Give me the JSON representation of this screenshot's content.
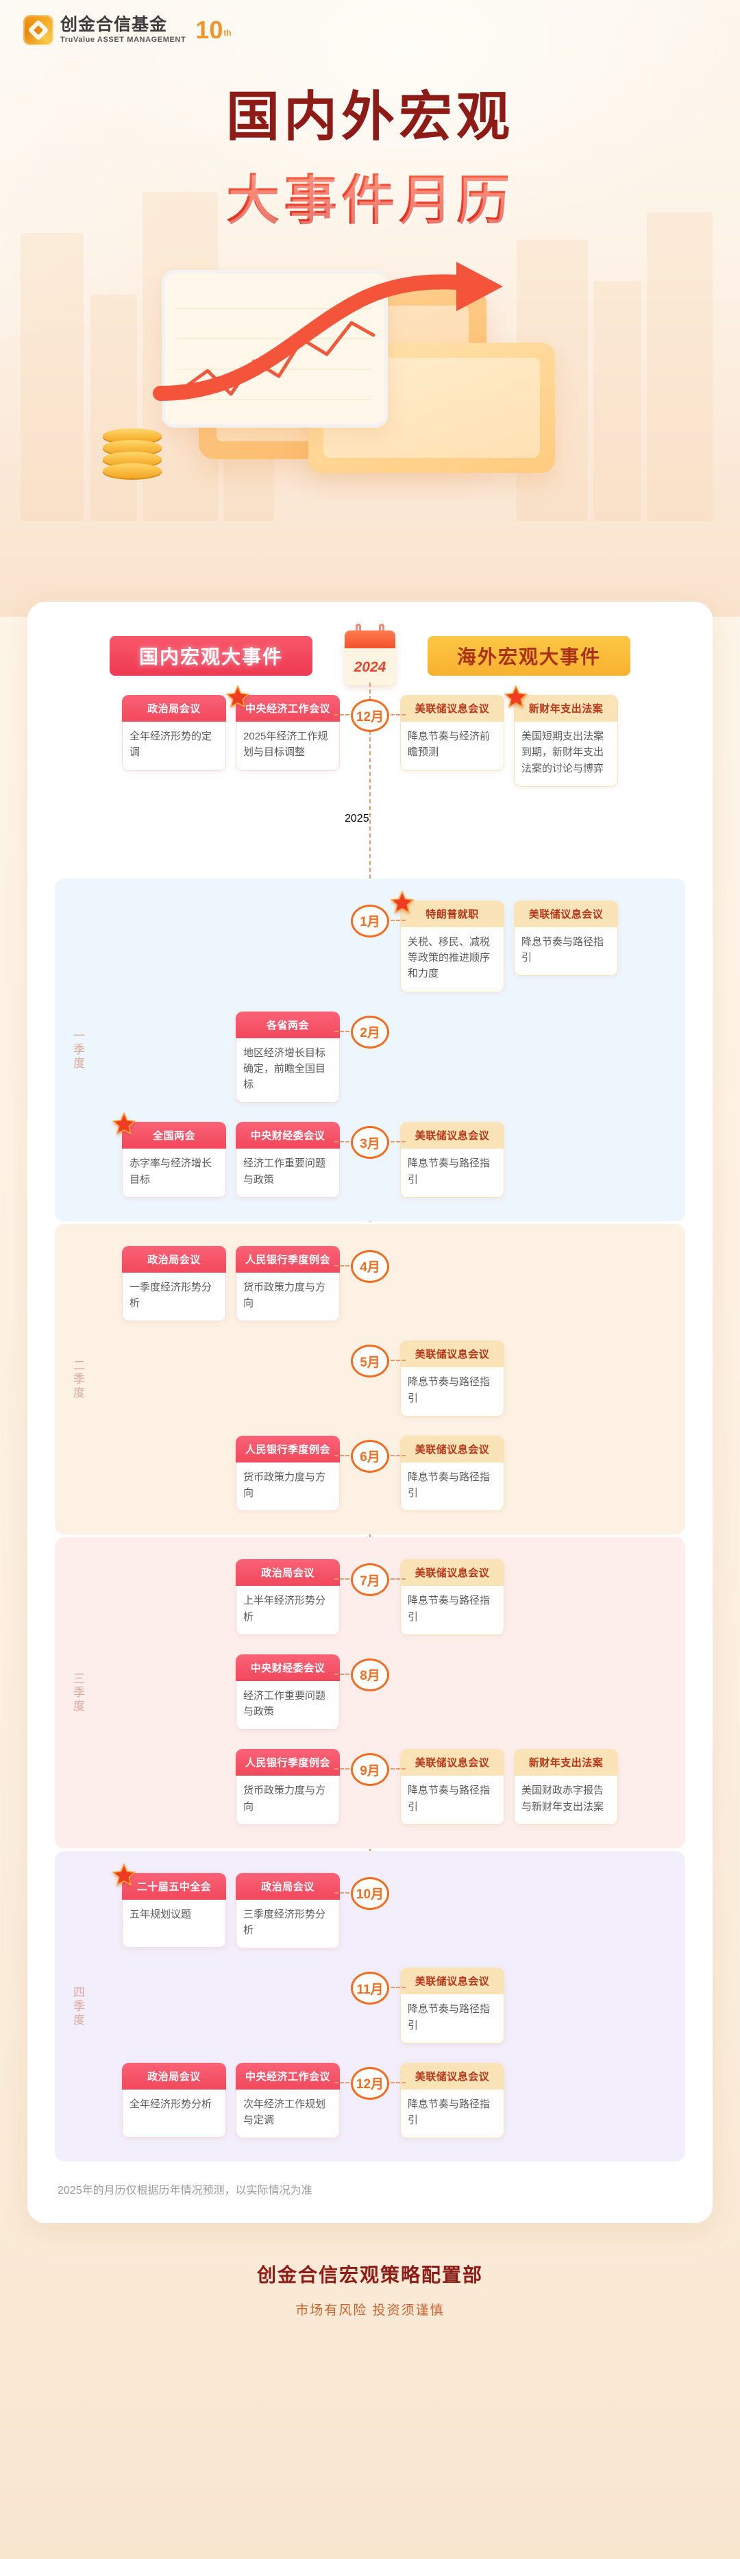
{
  "brand": {
    "name_cn": "创金合信基金",
    "name_en": "TruValue ASSET MANAGEMENT",
    "anniversary": "10",
    "anniversary_suffix": "th"
  },
  "hero": {
    "title_line1": "国内外宏观",
    "title_line2": "大事件月历"
  },
  "columns": {
    "domestic": "国内宏观大事件",
    "overseas": "海外宏观大事件"
  },
  "year_2024": "2024",
  "year_2025": "2025",
  "colors": {
    "domestic_header": "#f2485c",
    "overseas_header": "#fae3b6",
    "overseas_header_text": "#b7371a",
    "month_badge": "#f26d1f",
    "title_dark_red": "#8e1b16",
    "q1_bg": "#eef6fd",
    "q2_bg": "#fdf1e3",
    "q3_bg": "#fdeeec",
    "q4_bg": "#f2eefb"
  },
  "quarters": [
    {
      "id": "y24",
      "label": "",
      "months": [
        {
          "month": "12月",
          "domestic": [
            {
              "title": "政治局会议",
              "desc": "全年经济形势的定调",
              "star": false
            },
            {
              "title": "中央经济工作会议",
              "desc": "2025年经济工作规划与目标调整",
              "star": true
            }
          ],
          "overseas": [
            {
              "title": "美联储议息会议",
              "desc": "降息节奏与经济前瞻预测",
              "star": false
            },
            {
              "title": "新财年支出法案",
              "desc": "美国短期支出法案到期，新财年支出法案的讨论与博弈",
              "star": true
            }
          ]
        }
      ]
    },
    {
      "id": "q1",
      "label": "一季度",
      "months": [
        {
          "month": "1月",
          "domestic": [],
          "overseas": [
            {
              "title": "特朗普就职",
              "desc": "关税、移民、减税等政策的推进顺序和力度",
              "star": true
            },
            {
              "title": "美联储议息会议",
              "desc": "降息节奏与路径指引",
              "star": false
            }
          ]
        },
        {
          "month": "2月",
          "domestic": [
            {
              "title": "各省两会",
              "desc": "地区经济增长目标确定，前瞻全国目标",
              "star": false
            }
          ],
          "overseas": []
        },
        {
          "month": "3月",
          "domestic": [
            {
              "title": "全国两会",
              "desc": "赤字率与经济增长目标",
              "star": true
            },
            {
              "title": "中央财经委会议",
              "desc": "经济工作重要问题与政策",
              "star": false
            }
          ],
          "overseas": [
            {
              "title": "美联储议息会议",
              "desc": "降息节奏与路径指引",
              "star": false
            }
          ]
        }
      ]
    },
    {
      "id": "q2",
      "label": "二季度",
      "months": [
        {
          "month": "4月",
          "domestic": [
            {
              "title": "政治局会议",
              "desc": "一季度经济形势分析",
              "star": false
            },
            {
              "title": "人民银行季度例会",
              "desc": "货币政策力度与方向",
              "star": false
            }
          ],
          "overseas": []
        },
        {
          "month": "5月",
          "domestic": [],
          "overseas": [
            {
              "title": "美联储议息会议",
              "desc": "降息节奏与路径指引",
              "star": false
            }
          ]
        },
        {
          "month": "6月",
          "domestic": [
            {
              "title": "人民银行季度例会",
              "desc": "货币政策力度与方向",
              "star": false
            }
          ],
          "overseas": [
            {
              "title": "美联储议息会议",
              "desc": "降息节奏与路径指引",
              "star": false
            }
          ]
        }
      ]
    },
    {
      "id": "q3",
      "label": "三季度",
      "months": [
        {
          "month": "7月",
          "domestic": [
            {
              "title": "政治局会议",
              "desc": "上半年经济形势分析",
              "star": false
            }
          ],
          "overseas": [
            {
              "title": "美联储议息会议",
              "desc": "降息节奏与路径指引",
              "star": false
            }
          ]
        },
        {
          "month": "8月",
          "domestic": [
            {
              "title": "中央财经委会议",
              "desc": "经济工作重要问题与政策",
              "star": false
            }
          ],
          "overseas": []
        },
        {
          "month": "9月",
          "domestic": [
            {
              "title": "人民银行季度例会",
              "desc": "货币政策力度与方向",
              "star": false
            }
          ],
          "overseas": [
            {
              "title": "美联储议息会议",
              "desc": "降息节奏与路径指引",
              "star": false
            },
            {
              "title": "新财年支出法案",
              "desc": "美国财政赤字报告与新财年支出法案",
              "star": false
            }
          ]
        }
      ]
    },
    {
      "id": "q4",
      "label": "四季度",
      "months": [
        {
          "month": "10月",
          "domestic": [
            {
              "title": "二十届五中全会",
              "desc": "五年规划议题",
              "star": true
            },
            {
              "title": "政治局会议",
              "desc": "三季度经济形势分析",
              "star": false
            }
          ],
          "overseas": []
        },
        {
          "month": "11月",
          "domestic": [],
          "overseas": [
            {
              "title": "美联储议息会议",
              "desc": "降息节奏与路径指引",
              "star": false
            }
          ]
        },
        {
          "month": "12月",
          "domestic": [
            {
              "title": "政治局会议",
              "desc": "全年经济形势分析",
              "star": false
            },
            {
              "title": "中央经济工作会议",
              "desc": "次年经济工作规划与定调",
              "star": false
            }
          ],
          "overseas": [
            {
              "title": "美联储议息会议",
              "desc": "降息节奏与路径指引",
              "star": false
            }
          ]
        }
      ]
    }
  ],
  "note": "2025年的月历仅根据历年情况预测，以实际情况为准",
  "footer": {
    "title": "创金合信宏观策略配置部",
    "subtitle": "市场有风险 投资须谨慎"
  }
}
